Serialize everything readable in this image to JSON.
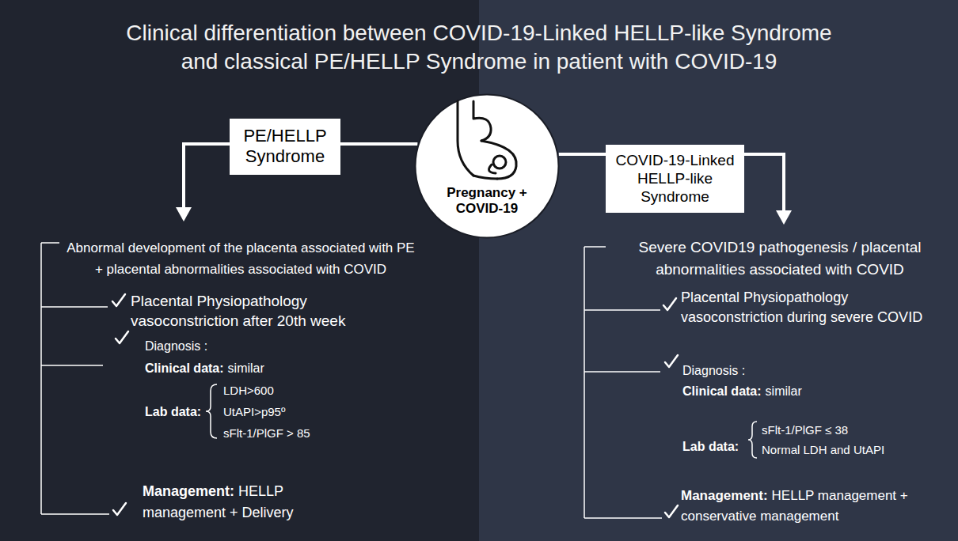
{
  "diagram": {
    "title": "Clinical differentiation between COVID-19-Linked HELLP-like Syndrome and classical PE/HELLP Syndrome in patient with COVID-19",
    "nodes": [
      {
        "text": [
          "PE/HELLP Syndrome"
        ]
      },
      {
        "text": [
          "Pregnancy + COVID-19"
        ]
      },
      {
        "text": [
          "COVID-19-Linked HELLP-like Syndrome"
        ]
      }
    ],
    "edges": [
      {
        "from": 1,
        "to": 0,
        "arrow": "none"
      },
      {
        "from": 1,
        "to": 2,
        "arrow": "none"
      }
    ],
    "labels": [
      "Abnormal development of the placenta associated with PE + placental abnormalities associated with COVID",
      "Placental Physiopathology vasoconstriction after 20th week",
      "Diagnosis :",
      "Clinical data:",
      "similar",
      "Lab data:",
      "LDH>600",
      "UtAPI>p95º",
      "sFlt-1/PlGF > 85",
      "Management:",
      "HELLP management + Delivery",
      "Severe COVID19 pathogenesis / placental abnormalities associated with COVID",
      "Placental Physiopathology vasoconstriction during severe COVID",
      "Diagnosis :",
      "Clinical data:",
      "similar",
      "Lab data:",
      "sFlt-1/PlGF ≤ 38",
      "Normal LDH and UtAPI",
      "Management:",
      "HELLP management + conservative management"
    ]
  }
}
